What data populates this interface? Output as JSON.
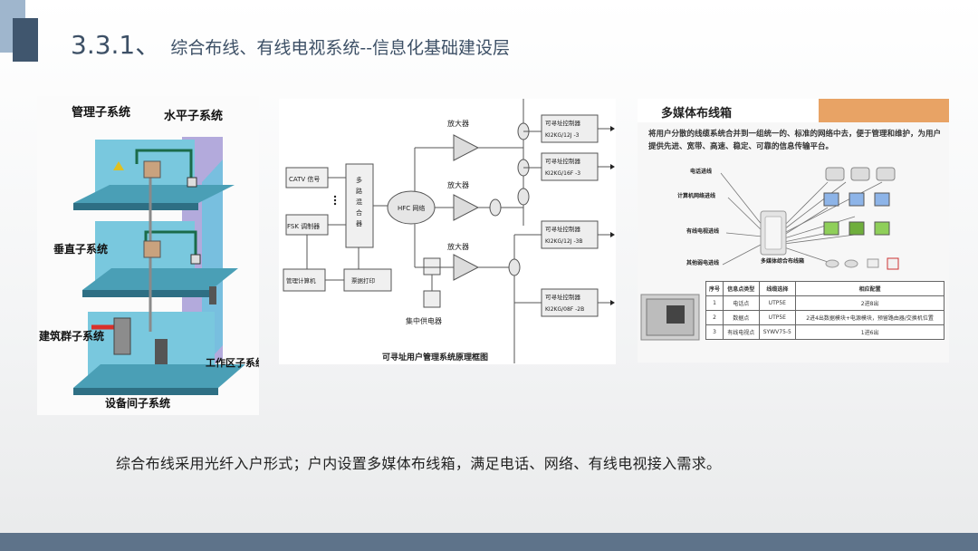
{
  "slide": {
    "number": "3.3.1、",
    "title": "综合布线、有线电视系统--信息化基础建设层",
    "body": "综合布线采用光纤入户形式；户内设置多媒体布线箱，满足电话、网络、有线电视接入需求。"
  },
  "figure1": {
    "labels": {
      "admin": "管理子系统",
      "horizontal": "水平子系统",
      "vertical": "垂直子系统",
      "campus": "建筑群子系统",
      "workarea": "工作区子系统",
      "equipment": "设备间子系统"
    }
  },
  "figure2": {
    "caption": "可寻址用户管理系统原理框图",
    "catv": "CATV 信号",
    "fsk": "FSK 调制器",
    "mixer": "多路混合器",
    "hfc": "HFC 网络",
    "amp1": "放大器",
    "amp2": "放大器",
    "amp3": "放大器",
    "computer": "管理计算机",
    "printer": "票据打印",
    "power": "集中供电器",
    "controllers": [
      {
        "name": "可寻址控制器",
        "model": "KI2KG/12J  -3"
      },
      {
        "name": "可寻址控制器",
        "model": "KI2KG/16F  -3"
      },
      {
        "name": "可寻址控制器",
        "model": "KI2KG/12J  -3B"
      },
      {
        "name": "可寻址控制器",
        "model": "KI2KG/08F  -2B"
      }
    ]
  },
  "figure3": {
    "title": "多媒体布线箱",
    "description": "将用户分散的线缆系统合并到一组统一的、标准的网络中去，便于管理和维护，为用户提供先进、宽带、高速、稳定、可靠的信息传输平台。",
    "lines": [
      "电话进线",
      "计算机网络进线",
      "有线电视进线",
      "其他弱电进线"
    ],
    "box_label": "多媒体综合布线箱",
    "table": {
      "headers": [
        "序号",
        "信息点类型",
        "线缆选择",
        "相应配置"
      ],
      "rows": [
        [
          "1",
          "电话点",
          "UTP5E",
          "2进8出"
        ],
        [
          "2",
          "数据点",
          "UTP5E",
          "2进4出数据模块+电源模块，预留路由器/交换机位置"
        ],
        [
          "3",
          "有线电视点",
          "SYWV75-5",
          "1进6出"
        ]
      ]
    }
  }
}
